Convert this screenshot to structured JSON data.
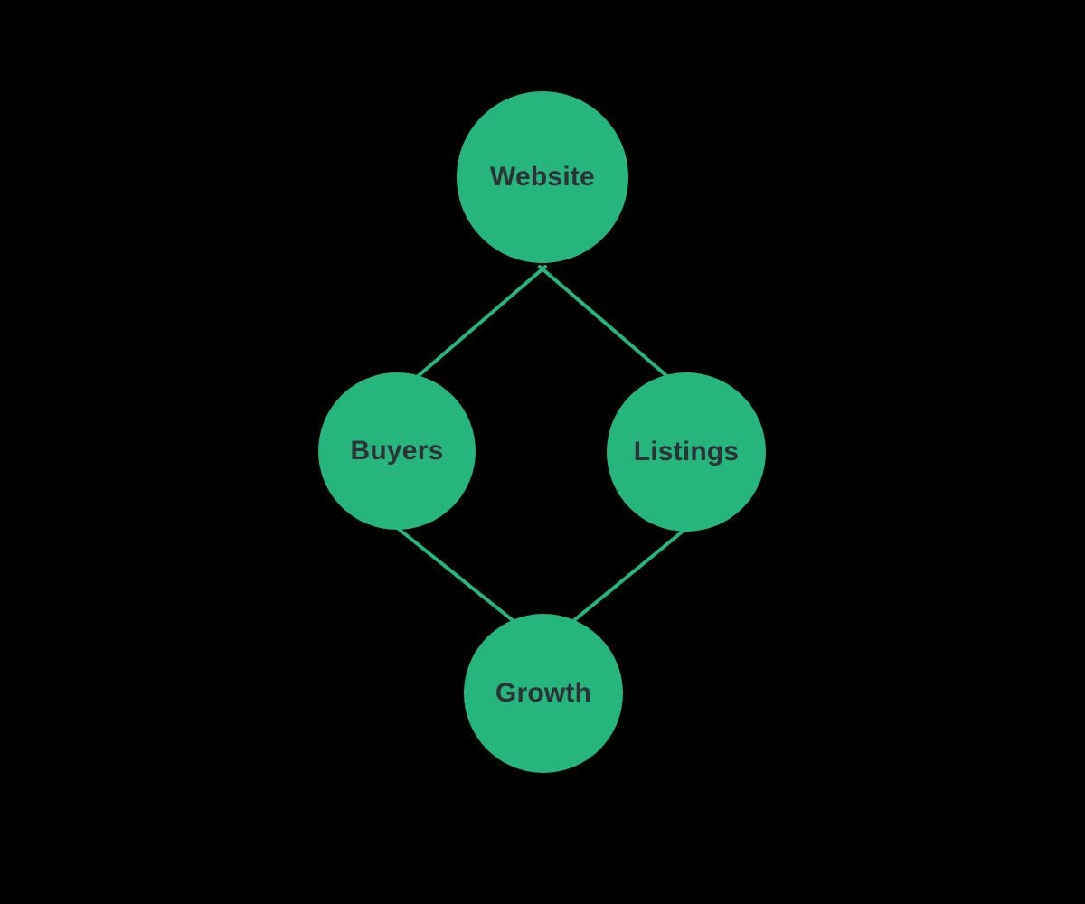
{
  "diagram": {
    "type": "mindmap-graph",
    "background_color": "#000000",
    "node_color": "#26b57c",
    "edge_color": "#26b57c",
    "label_color": "#2d3238",
    "nodes": [
      {
        "id": "website",
        "label": "Website"
      },
      {
        "id": "buyers",
        "label": "Buyers"
      },
      {
        "id": "listings",
        "label": "Listings"
      },
      {
        "id": "growth",
        "label": "Growth"
      }
    ],
    "edges": [
      {
        "from": "website",
        "to": "buyers"
      },
      {
        "from": "website",
        "to": "listings"
      },
      {
        "from": "buyers",
        "to": "growth"
      },
      {
        "from": "listings",
        "to": "growth"
      }
    ]
  }
}
